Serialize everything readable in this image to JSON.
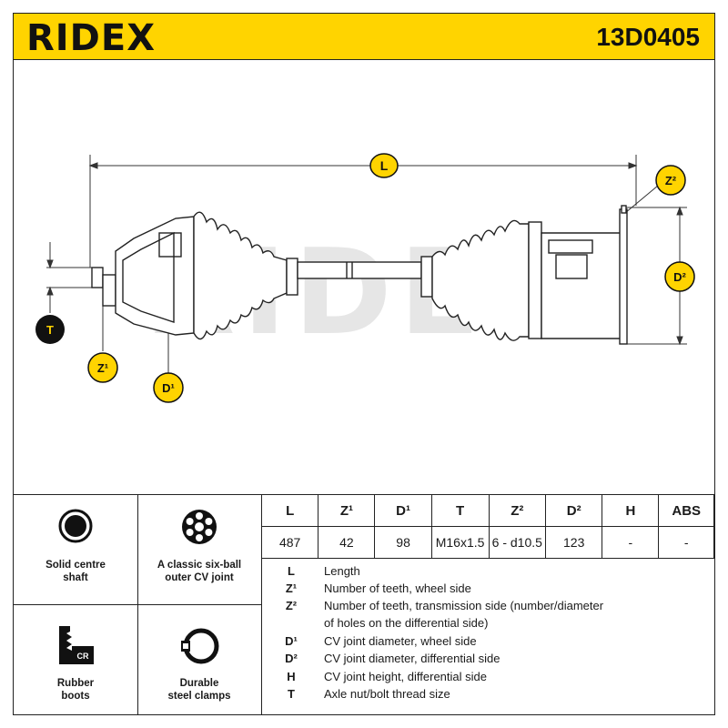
{
  "header": {
    "brand": "RIDEX",
    "part_number": "13D0405"
  },
  "watermark": "RIDEX",
  "dimension_labels": {
    "L": "L",
    "Z2": "Z²",
    "D2": "D²",
    "T": "T",
    "Z1": "Z¹",
    "D1": "D¹"
  },
  "features": [
    {
      "icon": "solid-centre-shaft-icon",
      "label_line1": "Solid centre",
      "label_line2": "shaft"
    },
    {
      "icon": "six-ball-cv-joint-icon",
      "label_line1": "A classic six-ball",
      "label_line2": "outer CV joint"
    },
    {
      "icon": "rubber-boot-icon",
      "label_line1": "Rubber",
      "label_line2": "boots",
      "badge": "CR"
    },
    {
      "icon": "steel-clamp-icon",
      "label_line1": "Durable",
      "label_line2": "steel clamps"
    }
  ],
  "spec_table": {
    "headers": [
      "L",
      "Z¹",
      "D¹",
      "T",
      "Z²",
      "D²",
      "H",
      "ABS"
    ],
    "values": [
      "487",
      "42",
      "98",
      "M16x1.5",
      "6 - d10.5",
      "123",
      "-",
      "-"
    ]
  },
  "legend": [
    {
      "key": "L",
      "text": "Length"
    },
    {
      "key": "Z¹",
      "text": "Number of teeth, wheel side"
    },
    {
      "key": "Z²",
      "text": "Number of teeth, transmission side (number/diameter"
    },
    {
      "key": "",
      "text": "of holes on the differential side)"
    },
    {
      "key": "D¹",
      "text": "CV joint diameter, wheel side"
    },
    {
      "key": "D²",
      "text": "CV joint diameter, differential side"
    },
    {
      "key": "H",
      "text": "CV joint height, differential side"
    },
    {
      "key": "T",
      "text": "Axle nut/bolt thread size"
    }
  ],
  "colors": {
    "accent": "#ffd400",
    "ink": "#111111"
  }
}
